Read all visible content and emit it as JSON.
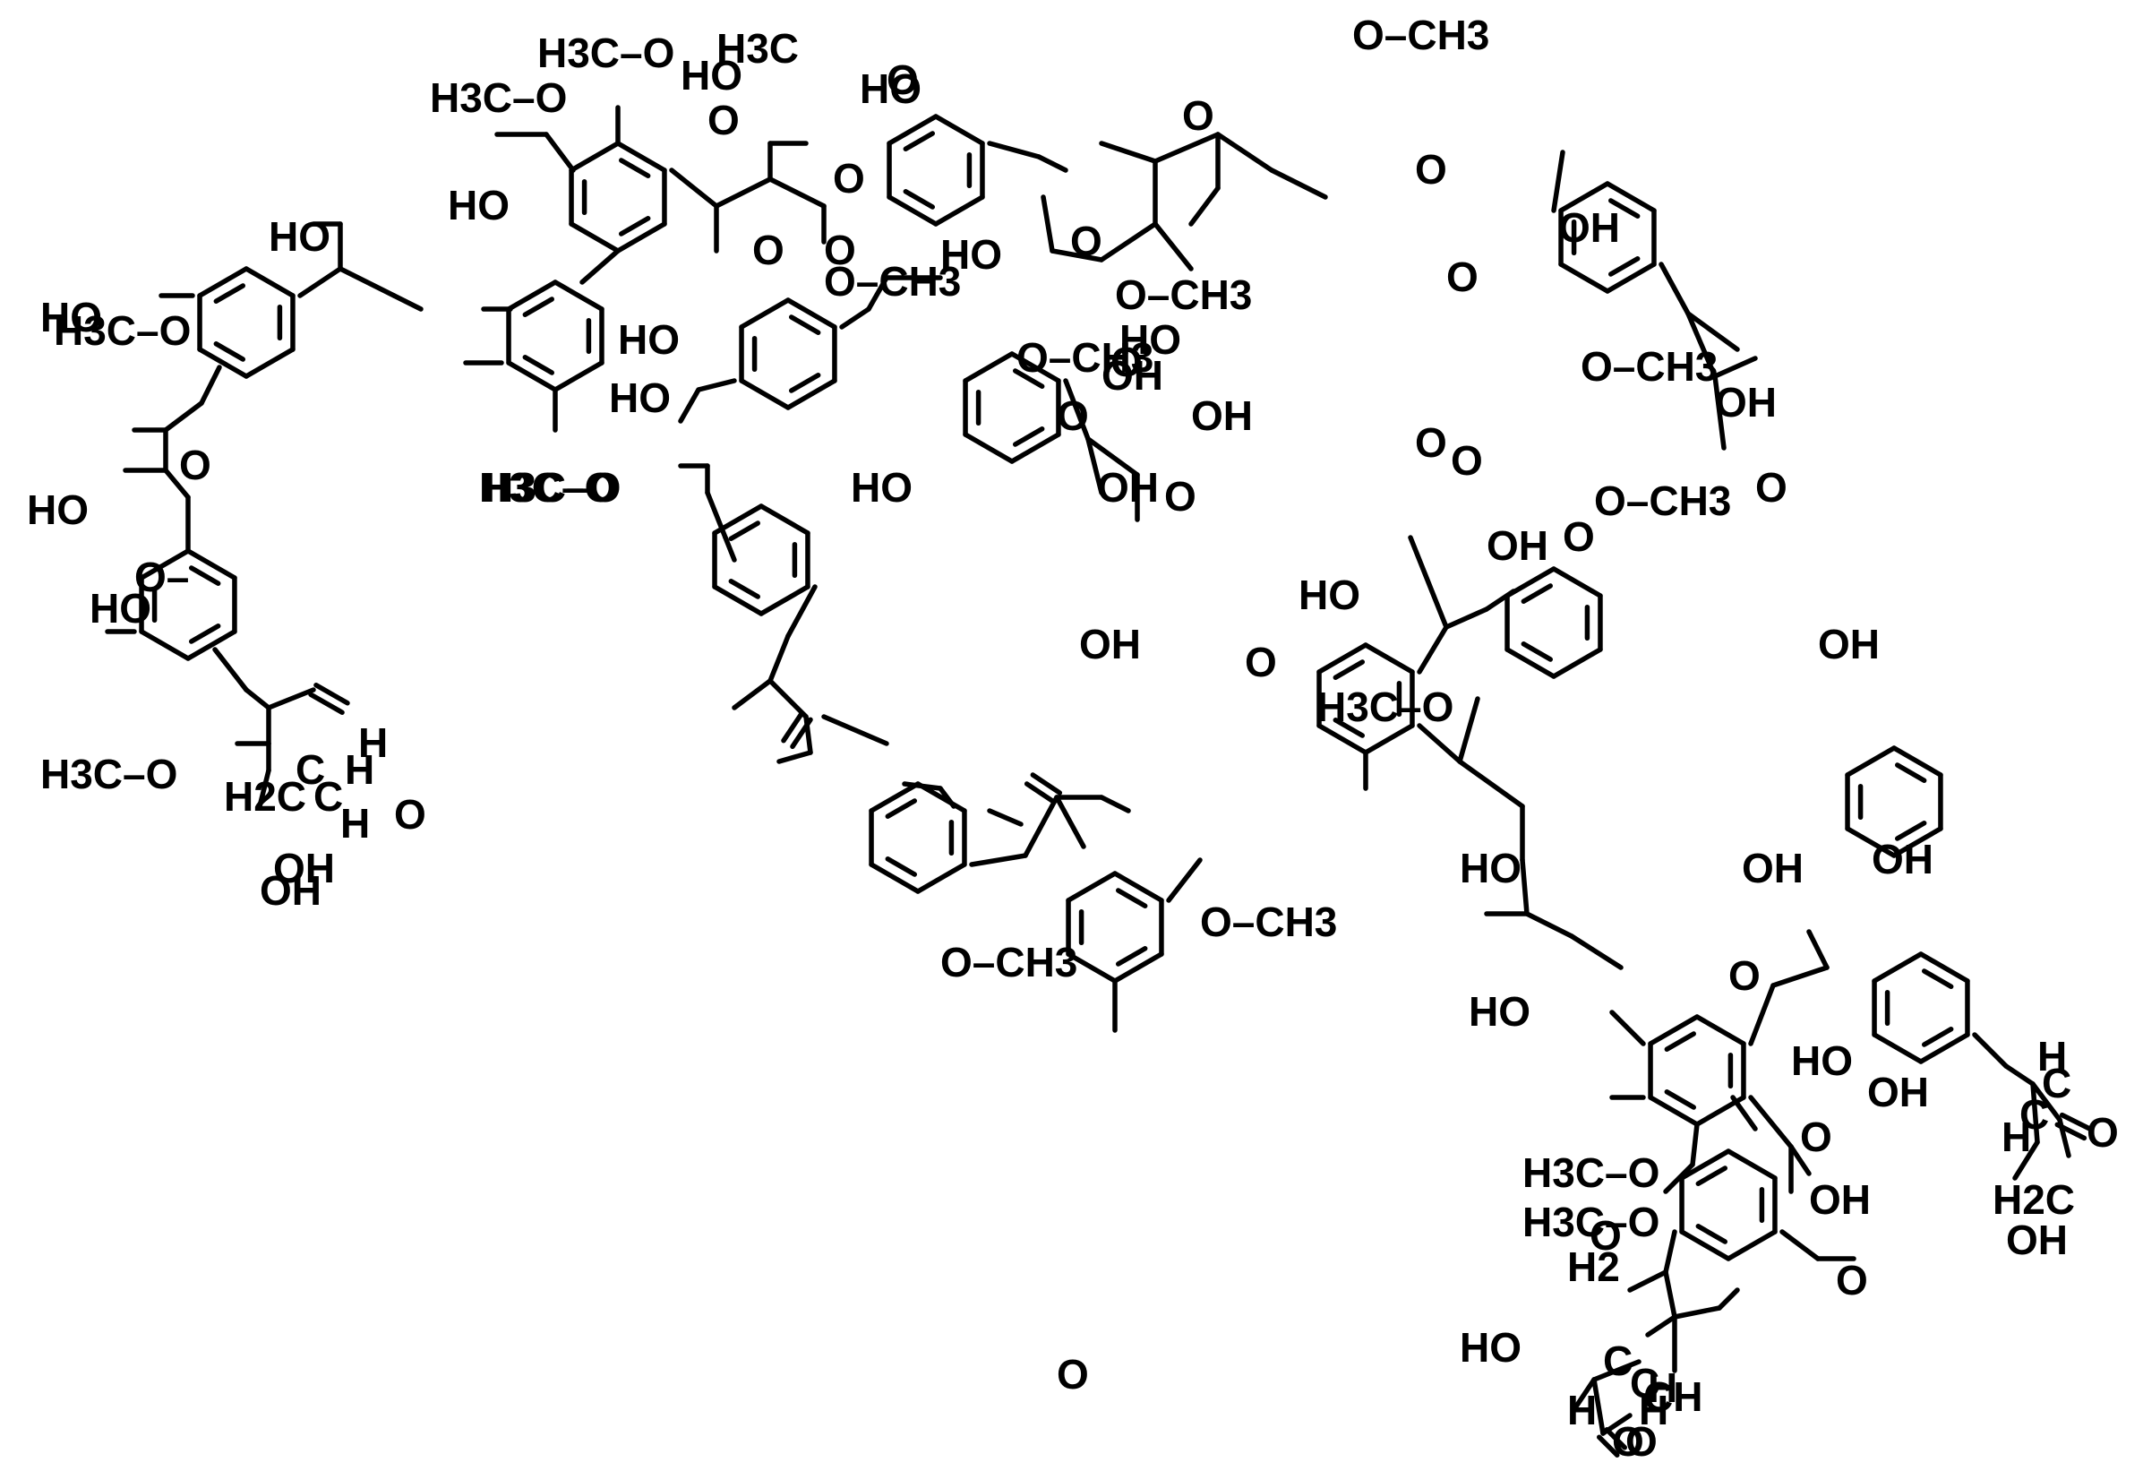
{
  "diagram": {
    "type": "chemical-structure",
    "labels": {
      "l1": "H3C–O",
      "l2": "HO",
      "l3": "HO",
      "l4": "H3C–O",
      "l5": "HO",
      "l6": "HO",
      "l7": "HO",
      "l8": "H3C–O",
      "l9": "H",
      "l10": "O",
      "l11": "O",
      "l12": "H2C",
      "l13": "H",
      "l14": "OH",
      "l15": "H3C–O",
      "l16": "HO",
      "l17": "O–",
      "l18": "HO",
      "l19": "OH",
      "l20": "H3C",
      "l21": "O",
      "l22": "HO",
      "l23": "HO",
      "l24": "HO",
      "l25": "HO",
      "l26": "O",
      "l27": "O–CH3",
      "l28": "H3C–O",
      "l29": "O",
      "l30": "H3C–O",
      "l31": "O",
      "l32": "O",
      "l33": "HO",
      "l34": "O",
      "l35": "O",
      "l36": "O",
      "l37": "O",
      "l38": "OH",
      "l39": "O–CH3",
      "l40": "O–CH3",
      "l41": "O–CH3",
      "l42": "OH",
      "l43": "OH",
      "l44": "OH",
      "l45": "O",
      "l46": "O–CH3",
      "l47": "O",
      "l48": "O",
      "l49": "O",
      "l50": "OH",
      "l51": "O",
      "l52": "H3C–O",
      "l53": "OH",
      "l54": "OH",
      "l55": "HO",
      "l56": "O",
      "l57": "O–CH3",
      "l58": "OH",
      "l59": "O",
      "l60": "O",
      "l61": "HO",
      "l62": "HO",
      "l63": "OH",
      "l64": "OH",
      "l65": "O",
      "l66": "HO",
      "l67": "O",
      "l68": "OH",
      "l69": "H",
      "l70": "O",
      "l71": "O",
      "l72": "H3C–O",
      "l73": "H3C–O",
      "l74": "H2",
      "l75": "OH",
      "l76": "H2C",
      "l77": "OH",
      "l78": "O",
      "l79": "HO",
      "l80": "H",
      "l81": "H",
      "l82": "O",
      "l83": "O",
      "l84": "CH",
      "l85": "O",
      "l86": "C",
      "l87": "C",
      "l88": "C",
      "l89": "C",
      "l90": "C",
      "l91": "C",
      "l92": "H",
      "l93": "H",
      "l94": "H",
      "l95": "O–CH3",
      "l96": "O–CH3"
    }
  }
}
